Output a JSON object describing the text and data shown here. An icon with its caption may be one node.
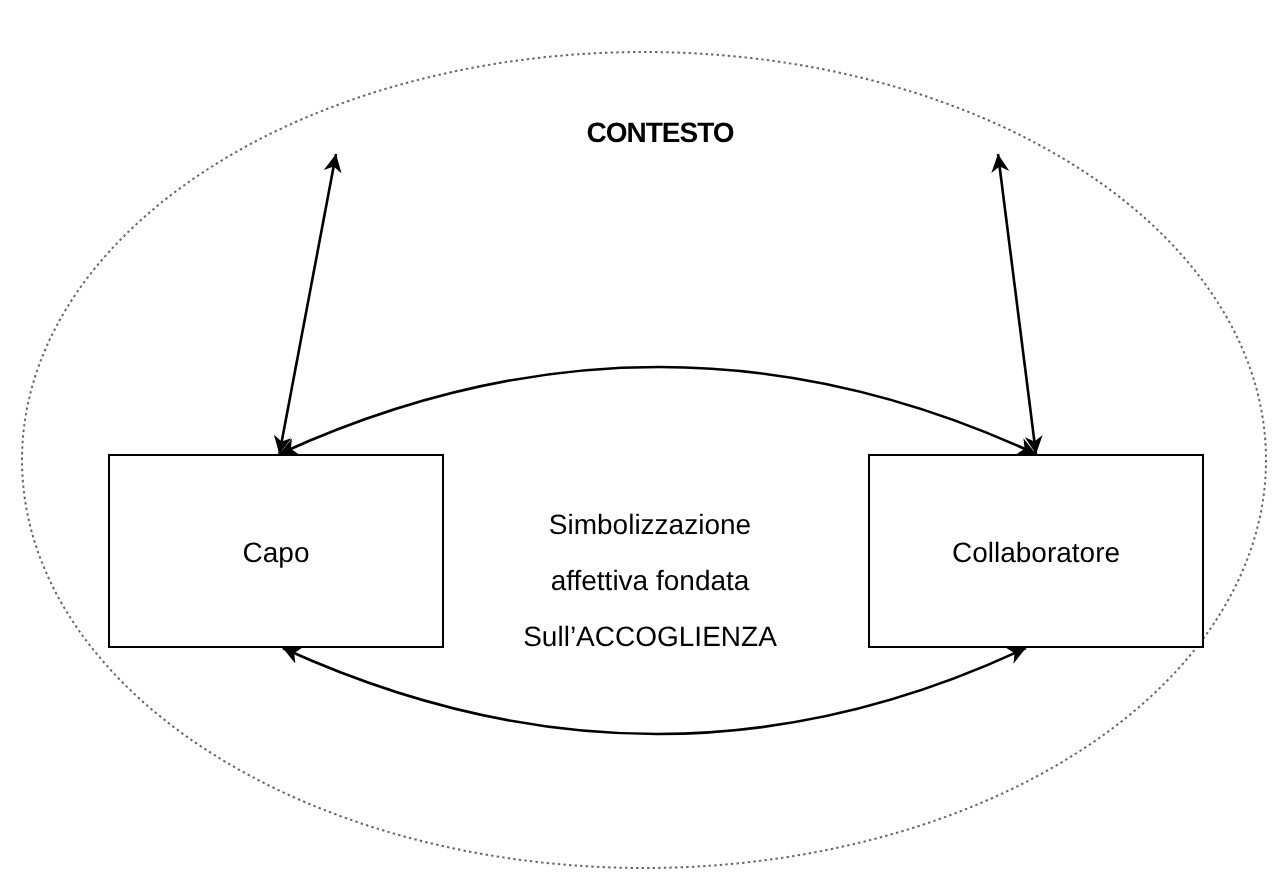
{
  "diagram": {
    "nodes": [
      {
        "text": [
          "CONTESTO"
        ]
      },
      {
        "text": [
          "Capo"
        ],
        "in": 0
      },
      {
        "text": [
          "Collaboratore"
        ],
        "in": 0
      }
    ],
    "edges": [
      {
        "from": 1,
        "to": null,
        "arrow": "both"
      },
      {
        "from": 2,
        "to": null,
        "arrow": "both"
      },
      {
        "from": 1,
        "to": 2,
        "arrow": "both"
      },
      {
        "from": 1,
        "to": 2,
        "arrow": "both"
      }
    ],
    "labels": [
      "Simbolizzazione affettiva fondata Sull’ACCOGLIENZA"
    ]
  }
}
